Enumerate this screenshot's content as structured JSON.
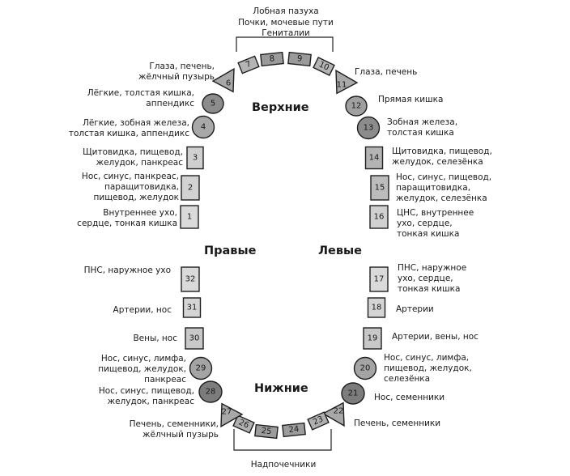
{
  "headings": {
    "upper": "Верхние",
    "lower": "Нижние",
    "right": "Правые",
    "left": "Левые"
  },
  "labels": {
    "top_center": "Лобная пазуха\nПочки, мочевые пути\nГениталии",
    "bottom_center": "Надпочечники",
    "t6": "Глаза, печень,\nжёлчный пузырь",
    "t5": "Лёгкие, толстая кишка,\nаппендикс",
    "t4": "Лёгкие, зобная железа,\nтолстая кишка, аппендикс",
    "t3": "Щитовидка, пищевод,\nжелудок, панкреас",
    "t2": "Нос, синус, панкреас,\nпаращитовидка,\nпищевод, желудок",
    "t1": "Внутреннее ухо,\nсердце, тонкая кишка",
    "t11": "Глаза, печень",
    "t12": "Прямая кишка",
    "t13": "Зобная железа,\nтолстая кишка",
    "t14": "Щитовидка, пищевод,\nжелудок, селезёнка",
    "t15": "Нос, синус, пищевод,\nпаращитовидка,\nжелудок, селезёнка",
    "t16": "ЦНС, внутреннее\nухо, сердце,\nтонкая кишка",
    "t32": "ПНС, наружное ухо",
    "t31": "Артерии, нос",
    "t30": "Вены, нос",
    "t29": "Нос, синус, лимфа,\nпищевод, желудок,\nпанкреас",
    "t28": "Нос, синус, пищевод,\nжелудок, панкреас",
    "t27": "Печень, семенники,\nжёлчный пузырь",
    "t17": "ПНС, наружное\nухо, сердце,\nтонкая кишка",
    "t18": "Артерии",
    "t19": "Артерии, вены, нос",
    "t20": "Нос, синус, лимфа,\nпищевод, желудок,\nселезёнка",
    "t21": "Нос, семенники",
    "t22": "Печень, семенники"
  },
  "teeth": [
    {
      "num": "1",
      "shape": "square",
      "fill": "#dadada"
    },
    {
      "num": "2",
      "shape": "square",
      "fill": "#d2d2d2"
    },
    {
      "num": "3",
      "shape": "square",
      "fill": "#d0d0d0"
    },
    {
      "num": "4",
      "shape": "circle",
      "fill": "#a8a8a8"
    },
    {
      "num": "5",
      "shape": "circle",
      "fill": "#8c8c8c"
    },
    {
      "num": "6",
      "shape": "triangle",
      "fill": "#a8a8a8"
    },
    {
      "num": "7",
      "shape": "incisor",
      "fill": "#b4b4b4"
    },
    {
      "num": "8",
      "shape": "incisor",
      "fill": "#9a9a9a"
    },
    {
      "num": "9",
      "shape": "incisor",
      "fill": "#9a9a9a"
    },
    {
      "num": "10",
      "shape": "incisor",
      "fill": "#b4b4b4"
    },
    {
      "num": "11",
      "shape": "triangle",
      "fill": "#a8a8a8"
    },
    {
      "num": "12",
      "shape": "circle",
      "fill": "#a0a0a0"
    },
    {
      "num": "13",
      "shape": "circle",
      "fill": "#8c8c8c"
    },
    {
      "num": "14",
      "shape": "square",
      "fill": "#b4b4b4"
    },
    {
      "num": "15",
      "shape": "square",
      "fill": "#bcbcbc"
    },
    {
      "num": "16",
      "shape": "square",
      "fill": "#d0d0d0"
    },
    {
      "num": "17",
      "shape": "square",
      "fill": "#dadada"
    },
    {
      "num": "18",
      "shape": "square",
      "fill": "#d4d4d4"
    },
    {
      "num": "19",
      "shape": "square",
      "fill": "#c8c8c8"
    },
    {
      "num": "20",
      "shape": "circle",
      "fill": "#a4a4a4"
    },
    {
      "num": "21",
      "shape": "circle",
      "fill": "#7c7c7c"
    },
    {
      "num": "22",
      "shape": "triangle",
      "fill": "#a8a8a8"
    },
    {
      "num": "23",
      "shape": "incisor",
      "fill": "#b0b0b0"
    },
    {
      "num": "24",
      "shape": "incisor",
      "fill": "#9c9c9c"
    },
    {
      "num": "25",
      "shape": "incisor",
      "fill": "#9c9c9c"
    },
    {
      "num": "26",
      "shape": "incisor",
      "fill": "#b0b0b0"
    },
    {
      "num": "27",
      "shape": "triangle",
      "fill": "#a8a8a8"
    },
    {
      "num": "28",
      "shape": "circle",
      "fill": "#7c7c7c"
    },
    {
      "num": "29",
      "shape": "circle",
      "fill": "#a4a4a4"
    },
    {
      "num": "30",
      "shape": "square",
      "fill": "#c8c8c8"
    },
    {
      "num": "31",
      "shape": "square",
      "fill": "#d4d4d4"
    },
    {
      "num": "32",
      "shape": "square",
      "fill": "#dadada"
    }
  ]
}
